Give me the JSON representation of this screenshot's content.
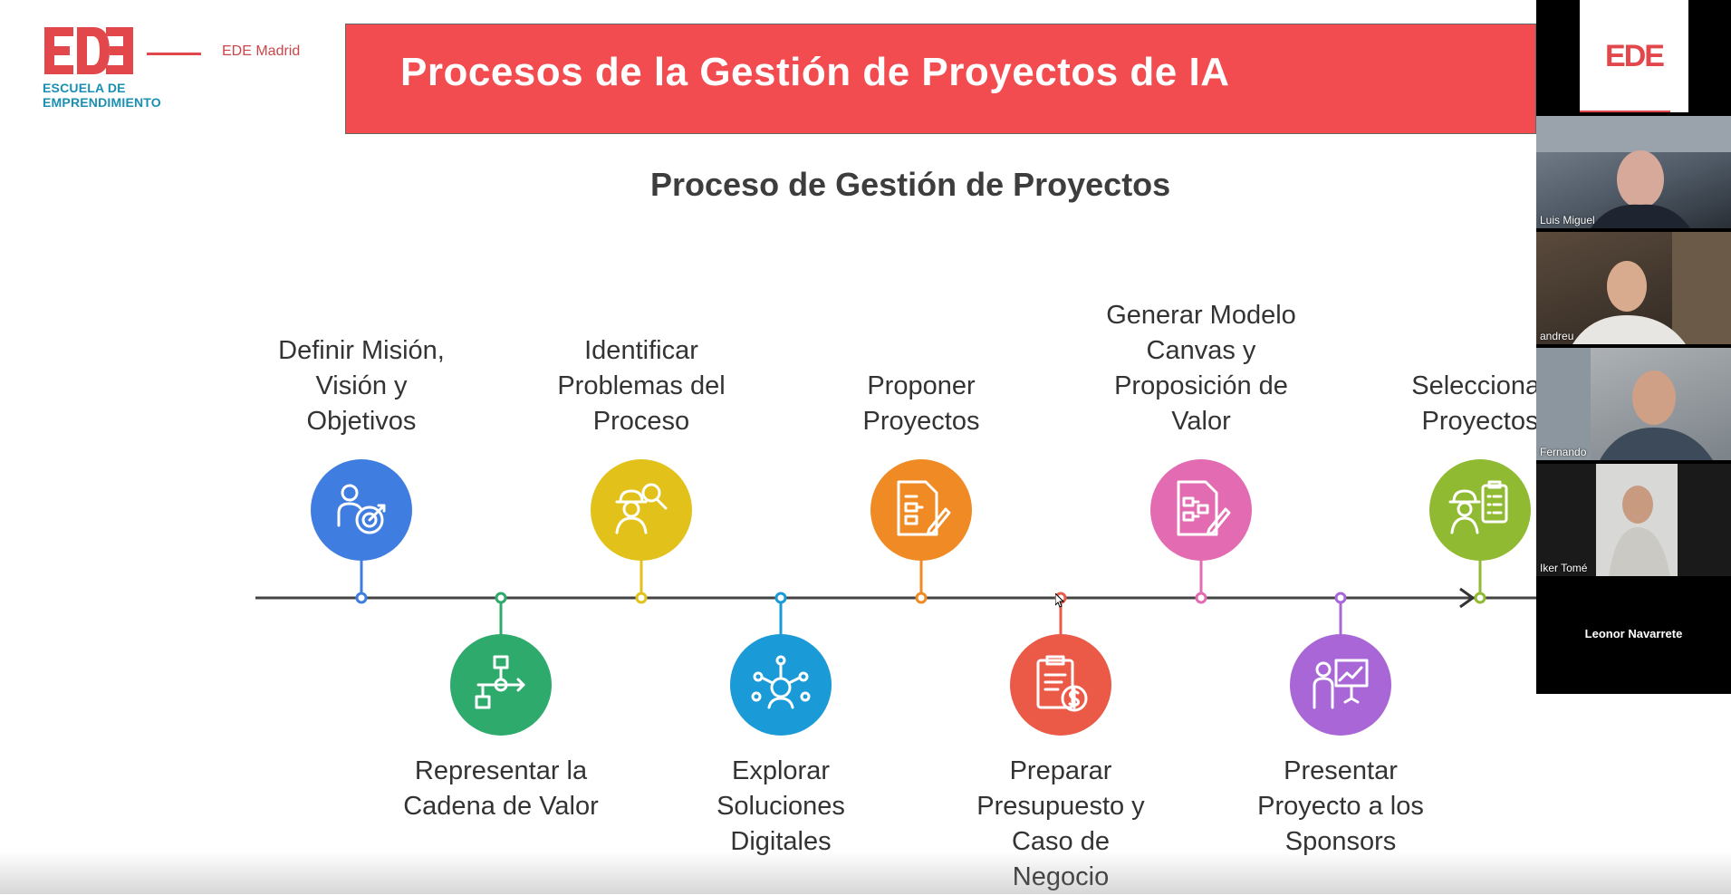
{
  "logo": {
    "mark": "EDE",
    "text_line1": "ESCUELA DE",
    "text_line2": "EMPRENDIMIENTO"
  },
  "brand_location": "EDE Madrid",
  "banner": {
    "title": "Procesos de la Gestión de Proyectos de IA"
  },
  "subtitle": "Proceso de Gestión de Proyectos",
  "steps": [
    {
      "label": "Definir Misión, Visión y Objetivos",
      "color": "#3f7ee0",
      "icon": "person-target-icon",
      "position": "top"
    },
    {
      "label": "Representar la Cadena de Valor",
      "color": "#2eaa6c",
      "icon": "flowchart-icon",
      "position": "bottom"
    },
    {
      "label": "Identificar Problemas del Proceso",
      "color": "#e2c21a",
      "icon": "worker-search-icon",
      "position": "top"
    },
    {
      "label": "Explorar Soluciones Digitales",
      "color": "#1a9ad6",
      "icon": "network-person-icon",
      "position": "bottom"
    },
    {
      "label": "Proponer Proyectos",
      "color": "#ef8a24",
      "icon": "document-edit-icon",
      "position": "top"
    },
    {
      "label": "Preparar Presupuesto y Caso de Negocio",
      "color": "#ea5a47",
      "icon": "budget-clipboard-icon",
      "position": "bottom"
    },
    {
      "label": "Generar Modelo Canvas y Proposición de Valor",
      "color": "#e26bb2",
      "icon": "canvas-edit-icon",
      "position": "top"
    },
    {
      "label": "Presentar Proyecto a los Sponsors",
      "color": "#a966d6",
      "icon": "presentation-icon",
      "position": "bottom"
    },
    {
      "label": "Seleccionar Proyectos",
      "color": "#8fba31",
      "icon": "worker-checklist-icon",
      "position": "top"
    }
  ],
  "participants": {
    "host_tile": {
      "mark": "EDE"
    },
    "video_tiles": [
      {
        "name": "Luis Miguel"
      },
      {
        "name": "andreu"
      },
      {
        "name": "Fernando"
      },
      {
        "name": "Iker Tomé"
      }
    ],
    "audio_only": {
      "name": "Leonor Navarrete"
    }
  }
}
